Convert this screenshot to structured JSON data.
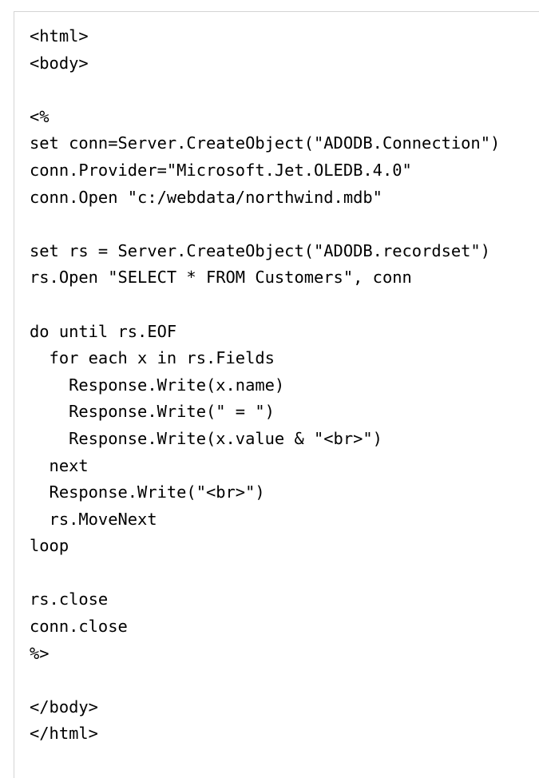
{
  "code_lines": [
    "<html>",
    "<body>",
    "",
    "<%",
    "set conn=Server.CreateObject(\"ADODB.Connection\")",
    "conn.Provider=\"Microsoft.Jet.OLEDB.4.0\"",
    "conn.Open \"c:/webdata/northwind.mdb\"",
    "",
    "set rs = Server.CreateObject(\"ADODB.recordset\")",
    "rs.Open \"SELECT * FROM Customers\", conn",
    "",
    "do until rs.EOF",
    "  for each x in rs.Fields",
    "    Response.Write(x.name)",
    "    Response.Write(\" = \")",
    "    Response.Write(x.value & \"<br>\")",
    "  next",
    "  Response.Write(\"<br>\")",
    "  rs.MoveNext",
    "loop",
    "",
    "rs.close",
    "conn.close",
    "%>",
    "",
    "</body>",
    "</html>"
  ]
}
